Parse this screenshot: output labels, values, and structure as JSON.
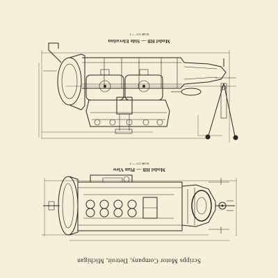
{
  "drawings": {
    "side_elevation": {
      "title": "Model HB — Side Elevation",
      "scale": "Scale 1½\" = 1'"
    },
    "plan_view": {
      "title": "Model HB — Plan View",
      "scale": "Scale 1½\" = 1'"
    }
  },
  "footer": "Scripps Motor Company, Detroit, Michigan",
  "colors": {
    "paper": "#f6efd9",
    "ink": "#2b2620"
  }
}
